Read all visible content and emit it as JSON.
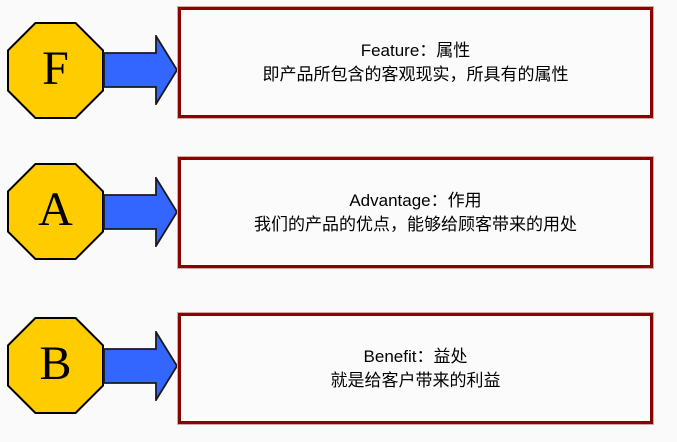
{
  "diagram": {
    "name": "FAB model diagram",
    "colors": {
      "background": "#fafafa",
      "octagon_fill": "#ffcc00",
      "octagon_border": "#000000",
      "arrow_fill": "#3366ff",
      "arrow_border": "#1a1a1a",
      "box_border": "#8b0000",
      "box_halo": "#d9a6a6",
      "text": "#000000"
    },
    "rows": [
      {
        "letter": "F",
        "title": "Feature：属性",
        "description": "即产品所包含的客观现实，所具有的属性"
      },
      {
        "letter": "A",
        "title": "Advantage：作用",
        "description": "我们的产品的优点，能够给顾客带来的用处"
      },
      {
        "letter": "B",
        "title": "Benefit：益处",
        "description": "就是给客户带来的利益"
      }
    ]
  }
}
